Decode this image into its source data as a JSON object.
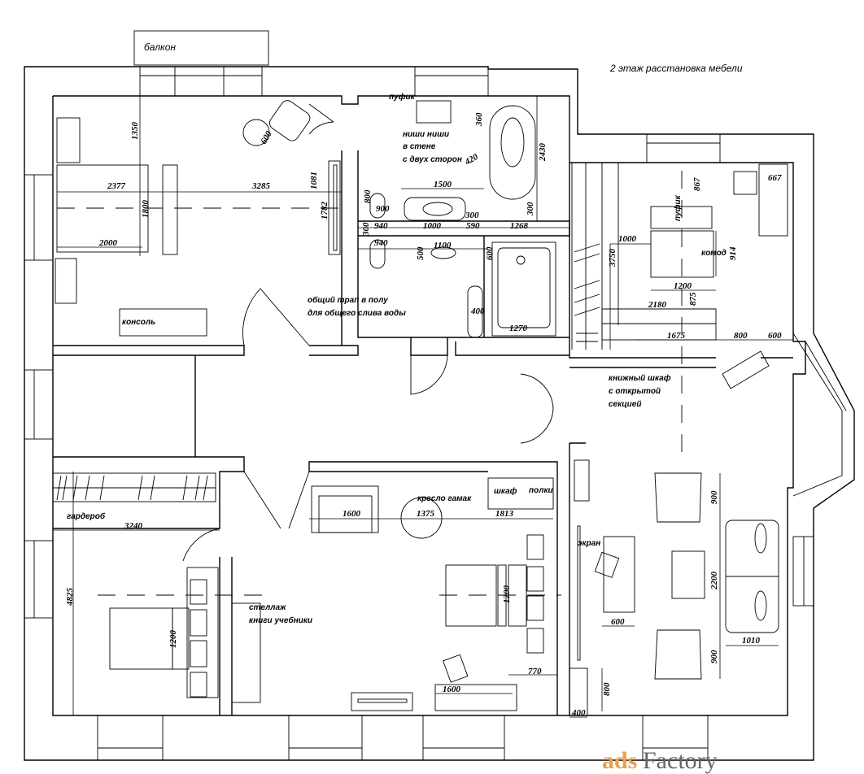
{
  "title": "2 этаж расстановка мебели",
  "labels": {
    "balcony": "балкон",
    "pouf_bath": "пуфик",
    "niche_1": "ниши ниши",
    "niche_2": "в стене",
    "niche_3": "с двух сторон",
    "console": "консоль",
    "drain_1": "общий трап в полу",
    "drain_2": "для общего слива воды",
    "pouf_right": "пуфик",
    "dresser": "комод",
    "bookcase_1": "книжный шкаф",
    "bookcase_2": "с открытой",
    "bookcase_3": "секцией",
    "wardrobe": "гардероб",
    "hammock": "кресло гамак",
    "closet": "шкаф",
    "shelves": "полки",
    "rack_1": "стеллаж",
    "rack_2": "книги учебники",
    "screen": "экран"
  },
  "dims": [
    "1350",
    "600",
    "2377",
    "3285",
    "1081",
    "1800",
    "1782",
    "2000",
    "800",
    "900",
    "1500",
    "420",
    "360",
    "2430",
    "300",
    "300",
    "940",
    "1000",
    "590",
    "1268",
    "300",
    "940",
    "1100",
    "500",
    "600",
    "400",
    "1270",
    "667",
    "867",
    "1000",
    "3750",
    "914",
    "1200",
    "875",
    "2180",
    "1675",
    "800",
    "600",
    "3240",
    "1600",
    "1375",
    "1813",
    "4825",
    "1200",
    "1200",
    "770",
    "1600",
    "900",
    "2200",
    "900",
    "600",
    "1010",
    "800",
    "400"
  ],
  "watermark": {
    "part1": "ads",
    "part2": "Factory"
  }
}
